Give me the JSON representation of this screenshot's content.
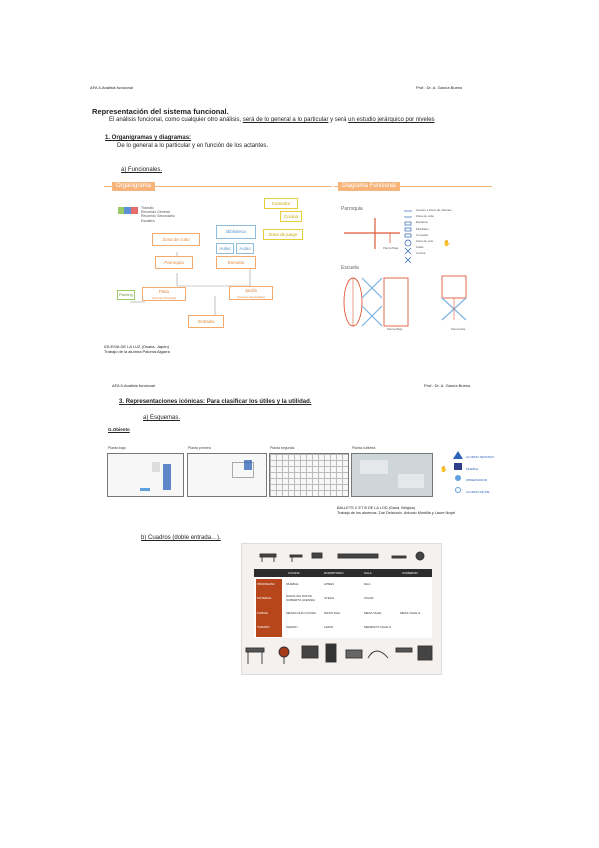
{
  "header1": {
    "left": "AFA II-Análisis funcional",
    "right": "Prof.: Dr. A. García Bueno"
  },
  "section": {
    "title": "Representación del sistema funcional.",
    "intro_prefix": "El análisis funcional, como cualquier otro análisis, ",
    "intro_u1": "será de lo general a lo particular",
    "intro_mid": " y será ",
    "intro_u2": "un estudio jerárquico por niveles"
  },
  "item1": {
    "heading": "1. Organigramas y diagramas:",
    "desc": "De lo general a lo particular y en función de los actantes."
  },
  "sub_a": "a) Funcionales.",
  "organigrama": {
    "bar_title": "Organigrama",
    "legend": [
      "Tránsito",
      "Recorrido General",
      "Recorrido Secundario",
      "Escalera"
    ],
    "nodes": {
      "comedor": "Comedor",
      "cocina": "Cocina",
      "biblioteca": "Biblioteca",
      "zona_juego": "Zona de juego",
      "zona_culto": "Zona de culto",
      "aulas1": "Aulas",
      "aulas2": "Aulas",
      "parroquia": "Parroquia",
      "escuela": "Escuela",
      "patio": "Patio",
      "patio_sub": "(Acceso Principal)",
      "jardin": "Jardín",
      "jardin_sub": "(Acceso Secundario)",
      "entrada": "Entrada",
      "parking": "Parking"
    }
  },
  "diagrama": {
    "bar_title": "Diagrama Funcional",
    "parroquia": "Parroquia",
    "escuela": "Escuela",
    "planta_baja1": "Planta Baja",
    "planta_baja2": "Planta Baja",
    "planta_alta": "Planta Alta",
    "legend": [
      "Acceso a Zona de Infantes",
      "Zona de culto",
      "Escalera",
      "Mobiliario",
      "Comedor",
      "Zona de ocio",
      "Aulas",
      "Cocina"
    ]
  },
  "caption1": {
    "line1": "IGLESIA DE LA LUZ (Osaka, Japón)",
    "line2": "Trabajo de la alumna Paloma Algarra"
  },
  "header2": {
    "left": "AFA II-Análisis funcional",
    "right": "Prof.: Dr. A. García Bueno."
  },
  "item3": {
    "number": "3.",
    "heading": "Representaciones icónicas:  Para clasificar los útiles y la utilidad."
  },
  "sub_a2": "a) Esquemas.",
  "g_obiento": "G.Obiento",
  "plans": [
    "Planta baja",
    "Planta primera",
    "Planta segunda",
    "Planta cubierta"
  ],
  "plan_legend": [
    "ALUMNO SENTADO",
    "MUEBLE",
    "OBSERVADOR",
    "ALUMNO DE PIE"
  ],
  "caption2": {
    "line1": "BALLETS C ET B DE LA LOD (Gand, Bélgica)",
    "line2": "Trabajo de los alumnos: Zoé Delacroix, Antonio Montilla y Laure Noyel"
  },
  "sub_b": "b) Cuadros (doble entrada…).",
  "table": {
    "headers": [
      "",
      "COCINA",
      "DORMITORIO",
      "SALA",
      "COMEDOR"
    ],
    "rows": [
      [
        "PROPIEDAD",
        "MUEBLE",
        "APRES",
        "DHA",
        ""
      ],
      [
        "MATERIAL",
        "DADALIGA DATOS CUBIERTO AVENIDA",
        "STEGA",
        "CIGAR",
        ""
      ],
      [
        "FORMA",
        "MESAS DHA COCINA",
        "MATIS DHA",
        "MESA TALIE",
        "MESA TALIE N"
      ],
      [
        "TAMAÑO",
        "MAMATI",
        "LIMAN",
        "MEMENTO TALIE N",
        ""
      ]
    ]
  },
  "colors": {
    "accent_orange": "#f6b37a",
    "table_red": "#b8461c",
    "legend_blue": "#2d63b8"
  }
}
